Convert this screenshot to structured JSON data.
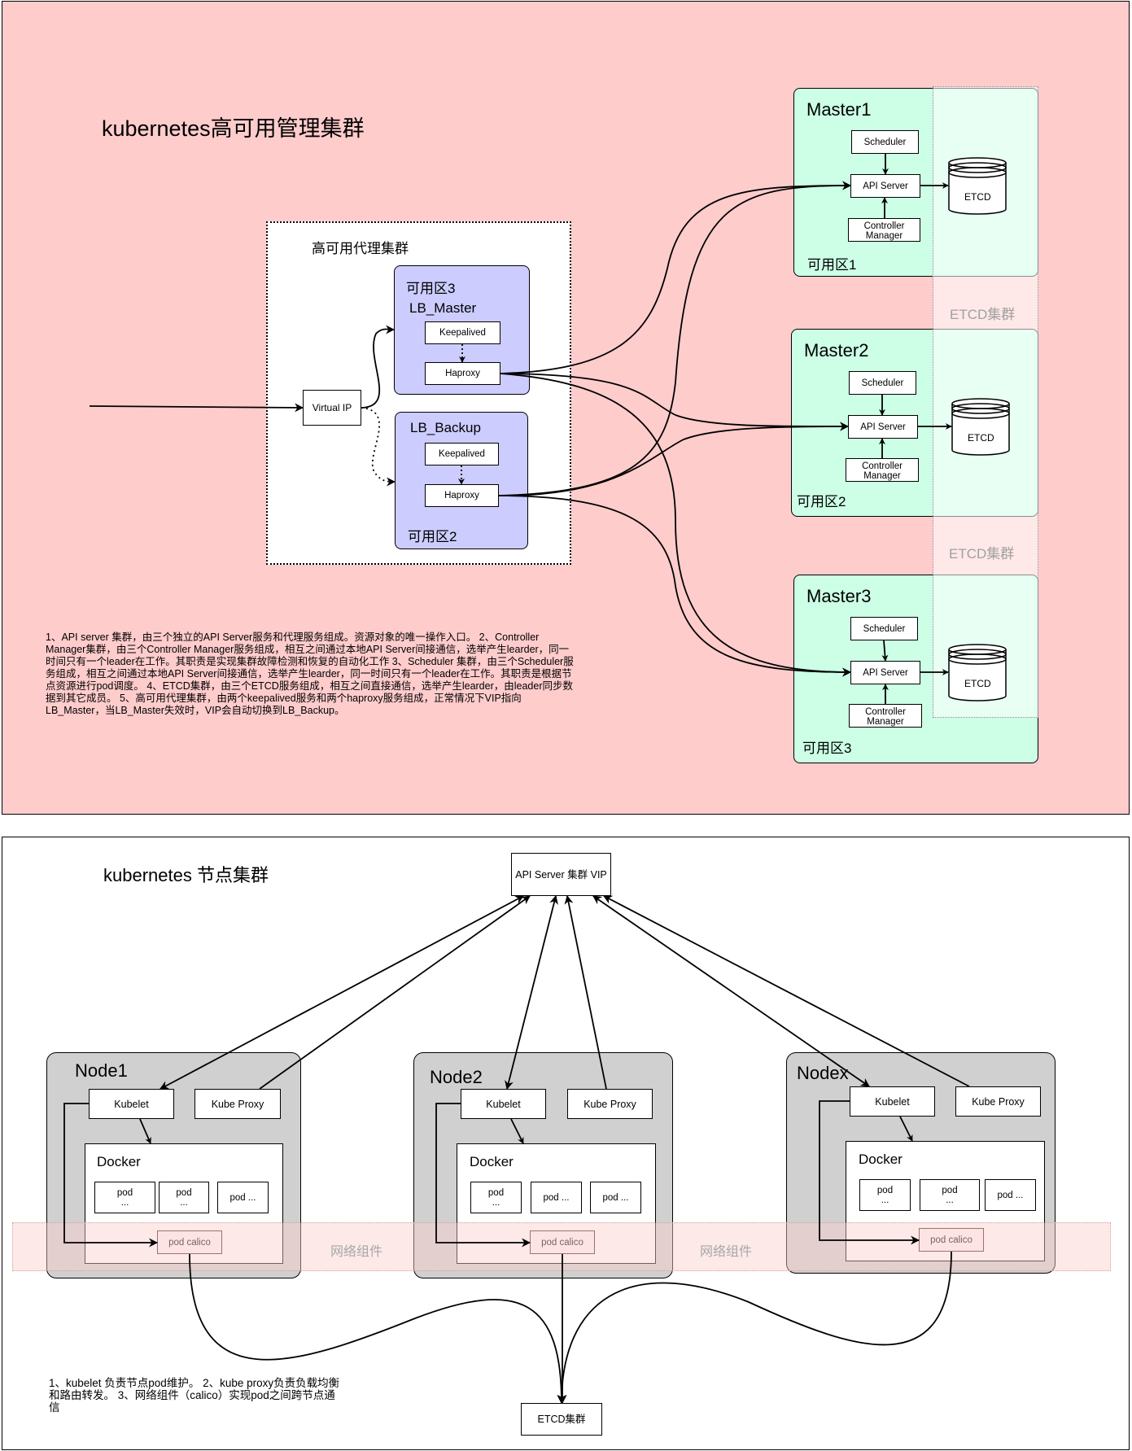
{
  "mgmt": {
    "title": "kubernetes高可用管理集群",
    "proxy_cluster_label": "高可用代理集群",
    "virtual_ip": "Virtual IP",
    "lb_master": {
      "zone": "可用区3",
      "title": "LB_Master",
      "keepalived": "Keepalived",
      "haproxy": "Haproxy"
    },
    "lb_backup": {
      "zone": "可用区2",
      "title": "LB_Backup",
      "keepalived": "Keepalived",
      "haproxy": "Haproxy"
    },
    "masters": [
      {
        "title": "Master1",
        "zone": "可用区1",
        "scheduler": "Scheduler",
        "api_server": "API Server",
        "controller_manager": "Controller Manager",
        "etcd": "ETCD"
      },
      {
        "title": "Master2",
        "zone": "可用区2",
        "scheduler": "Scheduler",
        "api_server": "API Server",
        "controller_manager": "Controller Manager",
        "etcd": "ETCD"
      },
      {
        "title": "Master3",
        "zone": "可用区3",
        "scheduler": "Scheduler",
        "api_server": "API Server",
        "controller_manager": "Controller Manager",
        "etcd": "ETCD"
      }
    ],
    "etcd_cluster_labels": [
      "ETCD集群",
      "ETCD集群"
    ],
    "description": "1、API server 集群，由三个独立的API Server服务和代理服务组成。资源对象的唯一操作入口。 2、Controller Manager集群，由三个Controller Manager服务组成，相互之间通过本地API Server间接通信，选举产生learder，同一时间只有一个leader在工作。其职责是实现集群故障检测和恢复的自动化工作 3、Scheduler 集群，由三个Scheduler服务组成，相互之间通过本地API Server间接通信，选举产生learder，同一时间只有一个leader在工作。其职责是根据节点资源进行pod调度。 4、ETCD集群，由三个ETCD服务组成，相互之间直接通信，选举产生learder，由leader同步数据到其它成员。 5、高可用代理集群，由两个keepalived服务和两个haproxy服务组成，正常情况下VIP指向LB_Master，当LB_Master失效时，VIP会自动切换到LB_Backup。"
  },
  "nodes_cluster": {
    "title": "kubernetes 节点集群",
    "api_vip": "API Server 集群 VIP",
    "etcd_cluster": "ETCD集群",
    "network_label": "网络组件",
    "nodes": [
      {
        "title": "Node1",
        "kubelet": "Kubelet",
        "kube_proxy": "Kube Proxy",
        "docker": "Docker",
        "pods": [
          "pod\n...",
          "pod\n...",
          "pod ..."
        ],
        "calico": "pod calico"
      },
      {
        "title": "Node2",
        "kubelet": "Kubelet",
        "kube_proxy": "Kube Proxy",
        "docker": "Docker",
        "pods": [
          "pod\n...",
          "pod ...",
          "pod ..."
        ],
        "calico": "pod calico"
      },
      {
        "title": "Nodex",
        "kubelet": "Kubelet",
        "kube_proxy": "Kube Proxy",
        "docker": "Docker",
        "pods": [
          "pod\n...",
          "pod\n...",
          "pod ..."
        ],
        "calico": "pod calico"
      }
    ],
    "description": "1、kubelet 负责节点pod维护。 2、kube proxy负责负载均衡和路由转发。 3、网络组件（calico）实现pod之间跨节点通信"
  },
  "colors": {
    "mgmt_bg": "#ffcccc",
    "master_bg": "#ccffe6",
    "etcd_overlay": "#e6fff5",
    "lb_bg": "#ccccff",
    "node_bg": "#d0d0d0",
    "network_band": "#f8cecc"
  }
}
